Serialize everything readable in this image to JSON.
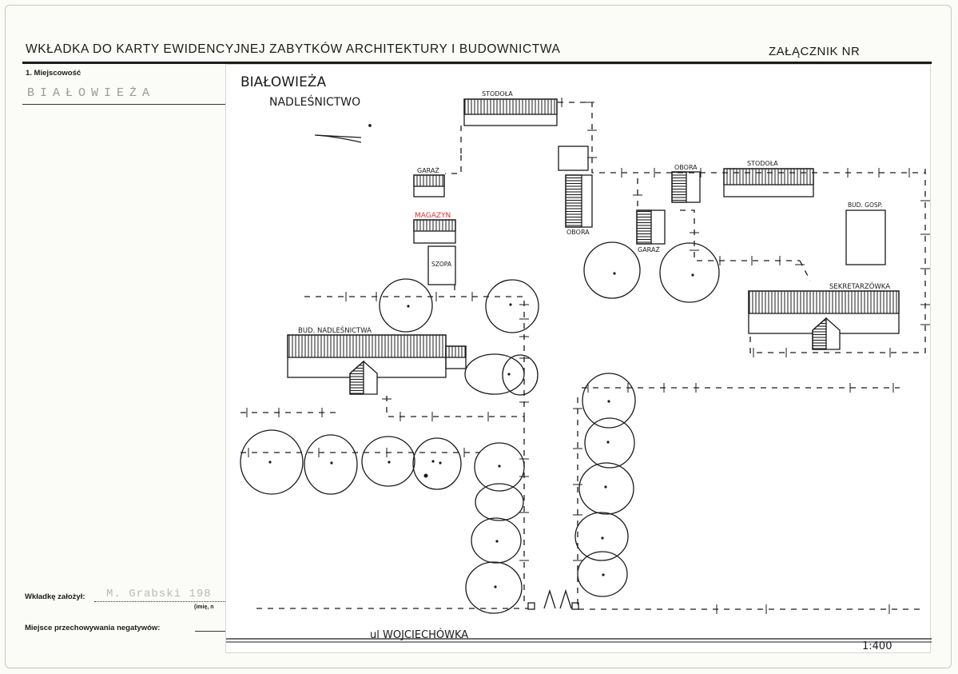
{
  "header": {
    "title": "WKŁADKA DO KARTY EWIDENCYJNEJ ZABYTKÓW ARCHITEKTURY I BUDOWNICTWA",
    "annex": "ZAŁĄCZNIK NR"
  },
  "locality": {
    "label": "1. Miejscowość",
    "value": "BIAŁOWIEŻA"
  },
  "footer": {
    "insert_label": "Wkładkę założył:",
    "insert_value": "M. Grabski 198",
    "insert_caption": "(imię, n",
    "negatives_label": "Miejsce przechowywania negatywów:"
  },
  "plan": {
    "title_line1": "BIAŁOWIEŻA",
    "title_line2": "NADLEŚNICTWO",
    "street": "ul WOJCIECHÓWKA",
    "scale": "1:400",
    "labels": {
      "stodola_top": "STODOŁA",
      "garaz_left": "GARAŻ",
      "magazyn": "MAGAZYN",
      "szopa": "SZOPA",
      "obora_center": "OBORA",
      "obora_right": "OBORA",
      "garaz_center": "GARAŻ",
      "stodola_right": "STODOŁA",
      "bud_gosp": "BUD. GOSP.",
      "sekretarzowka": "SEKRETARZÓWKA",
      "bud_nadlesnictwa": "BUD. NADLEŚNICTWA"
    },
    "colors": {
      "ink": "#1a1a1a",
      "magazyn": "#e0302e"
    }
  }
}
